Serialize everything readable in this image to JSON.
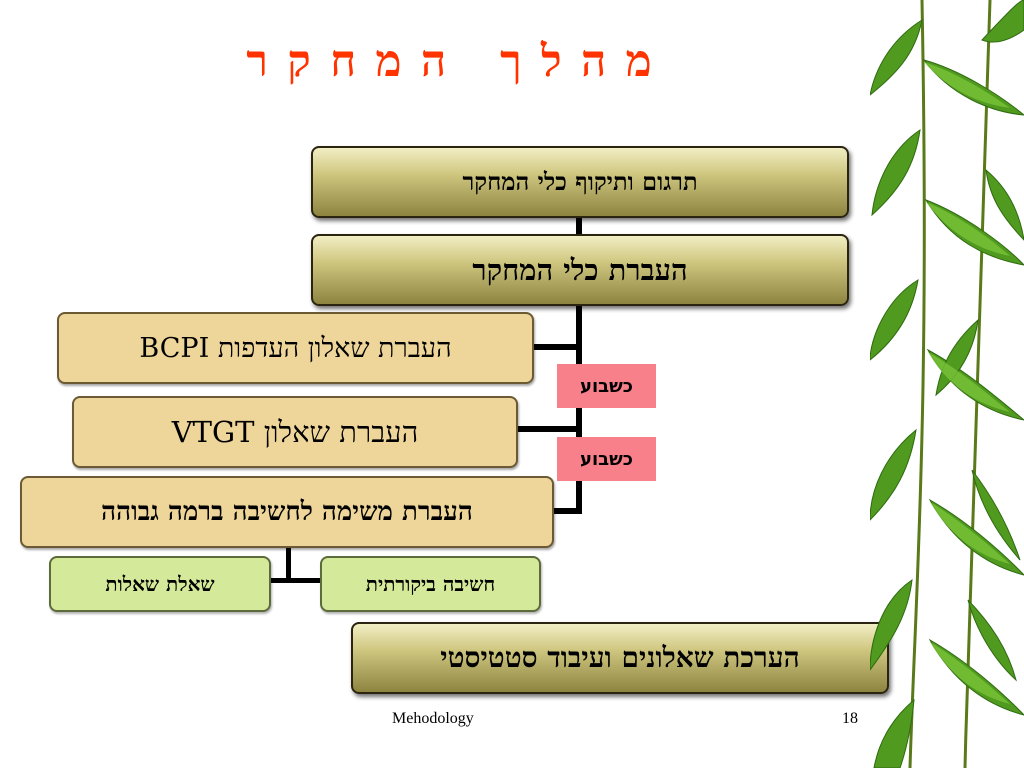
{
  "title": "מ ה ל ך   ה מ ח ק ר",
  "boxes": {
    "translation": "תרגום ותיקוף כלי המחקר",
    "administer_tools": "העברת כלי המחקר",
    "bcpi": "העברת שאלון העדפות  BCPI",
    "vtgt": "העברת שאלון  VTGT",
    "high_order_task": "העברת משימה לחשיבה ברמה גבוהה",
    "question_asking": "שאלת שאלות",
    "critical_thinking": "חשיבה ביקורתית",
    "evaluation": "הערכת שאלונים ועיבוד סטטיסטי"
  },
  "week_labels": [
    "כשבוע",
    "כשבוע"
  ],
  "footer": {
    "label": "Mehodology",
    "page_number": "18"
  },
  "colors": {
    "title": "#ff3300",
    "dark_box": "#cfc780",
    "tan_box": "#eed59a",
    "green_box": "#d5e99a",
    "week_badge": "#f7808a"
  }
}
